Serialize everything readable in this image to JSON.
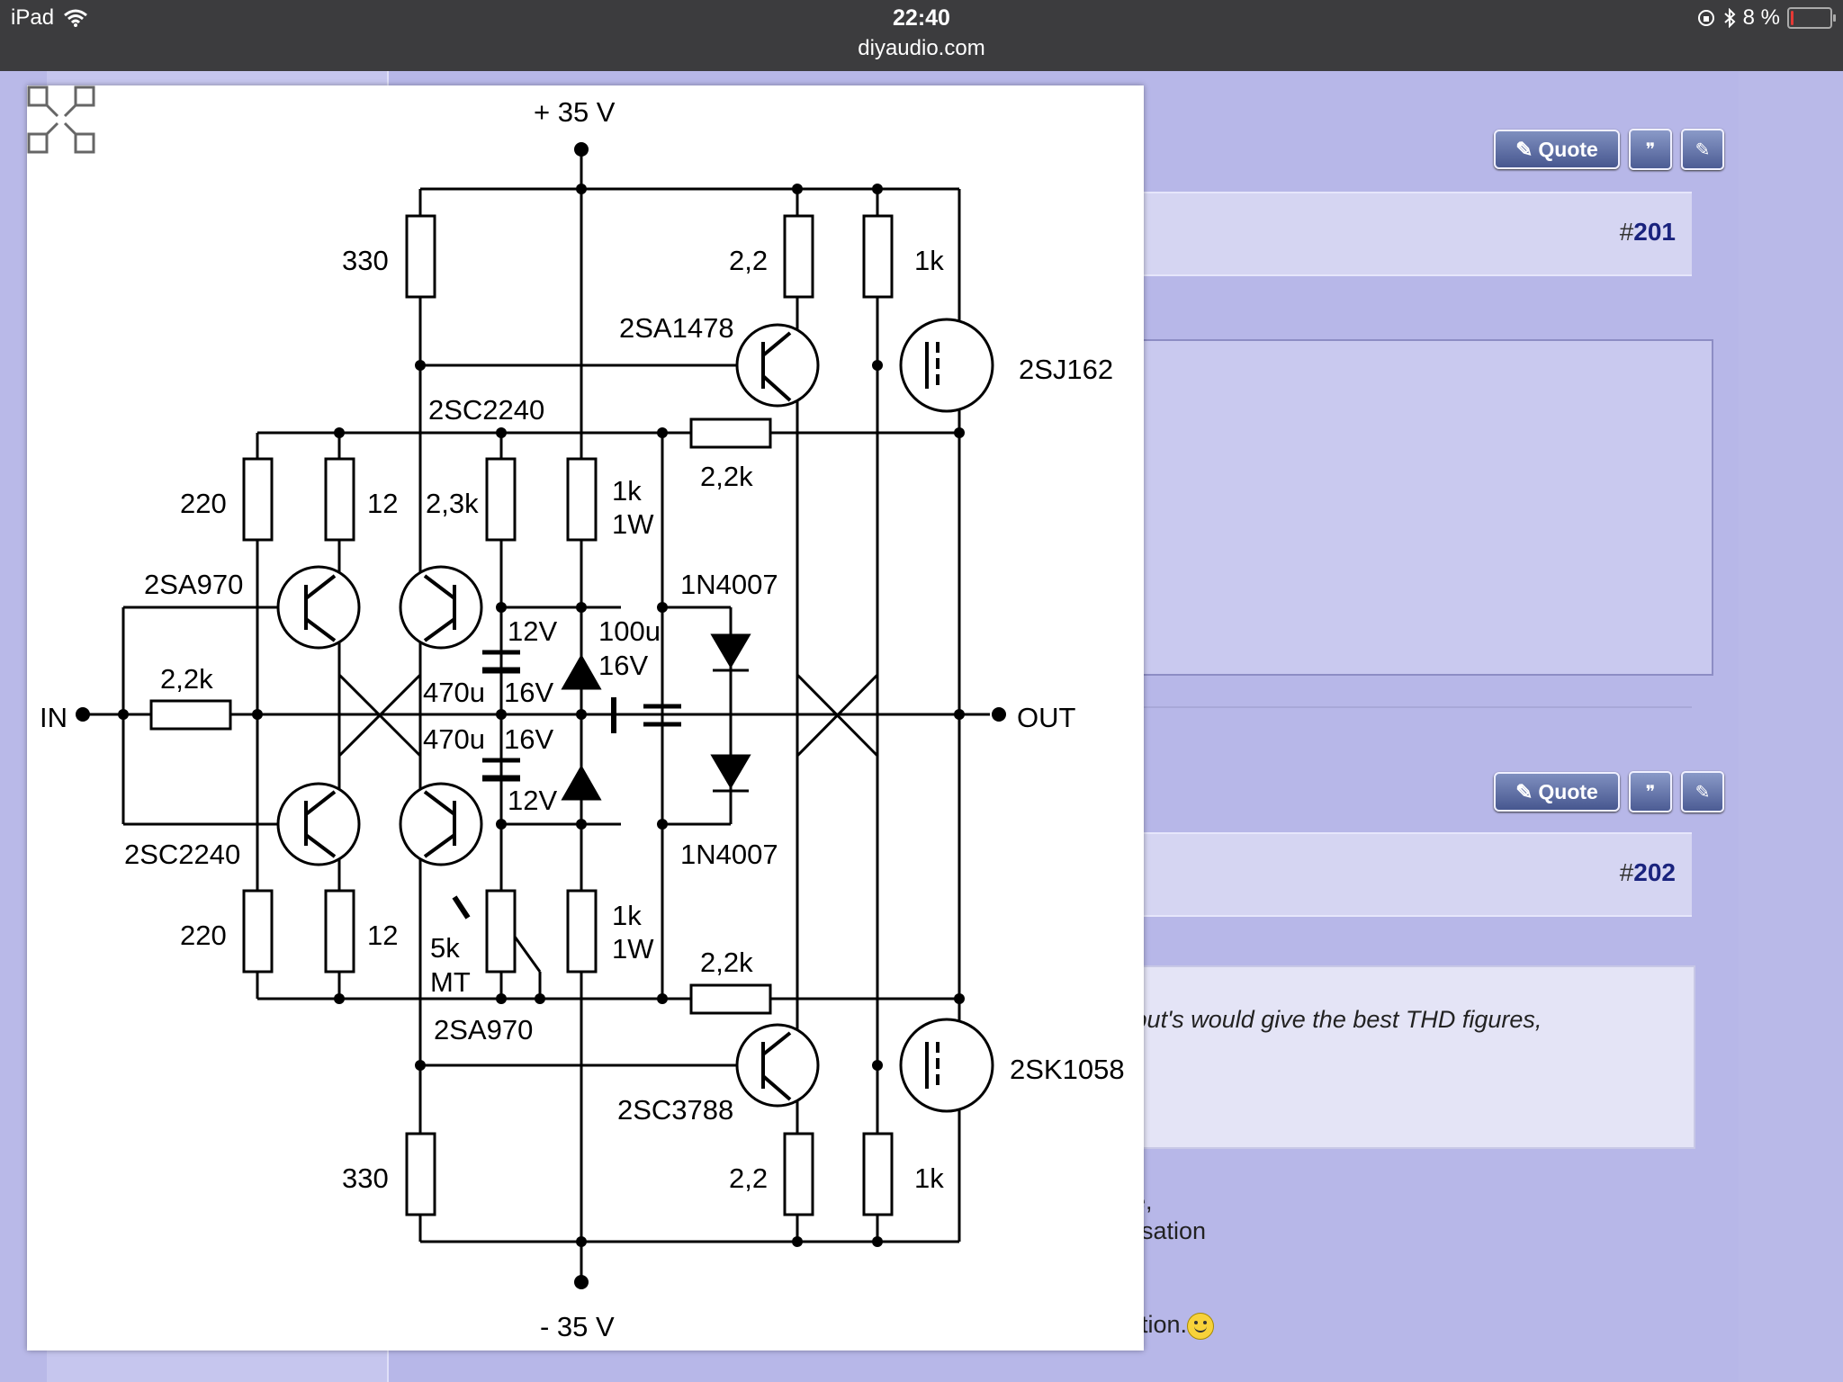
{
  "status_bar": {
    "device": "iPad",
    "time": "22:40",
    "url": "diyaudio.com",
    "battery": "8 %",
    "battery_level": 0.08
  },
  "forum": {
    "posts": [
      {
        "number_prefix": "#",
        "number": "201"
      },
      {
        "number_prefix": "#",
        "number": "202"
      }
    ],
    "quote_label": "Quote",
    "quoted_text": "output's would give the best THD figures,",
    "fragments": [
      "e,",
      "isation",
      "tion."
    ]
  },
  "schematic": {
    "supply_positive": "+ 35 V",
    "supply_negative": "- 35 V",
    "input": "IN",
    "output": "OUT",
    "labels": {
      "r_top_330": "330",
      "r_top_22": "2,2",
      "r_top_1k": "1k",
      "q_2sa1478": "2SA1478",
      "q_2sj162": "2SJ162",
      "q_2sc2240_top": "2SC2240",
      "r_22k_top": "2,2k",
      "r_220_top": "220",
      "r_12_top": "12",
      "r_23k": "2,3k",
      "r_1k1w_top_a": "1k",
      "r_1k1w_top_b": "1W",
      "q_2sa970_top": "2SA970",
      "d_1n4007_top": "1N4007",
      "z_12v_top": "12V",
      "c_100u": "100u",
      "c_16v_right": "16V",
      "r_22k_in": "2,2k",
      "c_470u_top": "470u",
      "c_16v_top": "16V",
      "c_470u_bot": "470u",
      "c_16v_bot": "16V",
      "z_12v_bot": "12V",
      "q_2sc2240_bot": "2SC2240",
      "d_1n4007_bot": "1N4007",
      "r_220_bot": "220",
      "r_12_bot": "12",
      "pot_5k": "5k",
      "pot_mt": "MT",
      "r_1k1w_bot_a": "1k",
      "r_1k1w_bot_b": "1W",
      "r_22k_bot": "2,2k",
      "q_2sa970_bot": "2SA970",
      "q_2sk1058": "2SK1058",
      "q_2sc3788": "2SC3788",
      "r_bot_330": "330",
      "r_bot_22": "2,2",
      "r_bot_1k": "1k"
    }
  },
  "icons": [
    "wifi-icon",
    "orientation-lock-icon",
    "bluetooth-icon",
    "battery-icon",
    "quote-icon",
    "multi-quote-icon",
    "edit-icon",
    "expand-icon",
    "smiley-icon"
  ]
}
